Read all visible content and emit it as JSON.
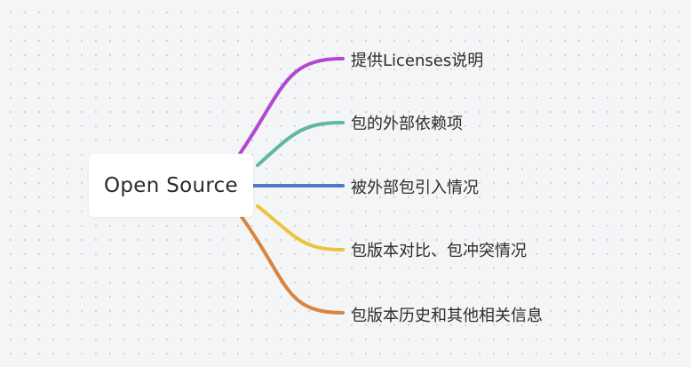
{
  "mindmap": {
    "root": {
      "label": "Open Source"
    },
    "branches": [
      {
        "label": "提供Licenses说明",
        "color": "#b148d2"
      },
      {
        "label": "包的外部依赖项",
        "color": "#5fb8a2"
      },
      {
        "label": "被外部包引入情况",
        "color": "#4e79c4"
      },
      {
        "label": "包版本对比、包冲突情况",
        "color": "#ecc33c"
      },
      {
        "label": "包版本历史和其他相关信息",
        "color": "#d9843f"
      }
    ]
  }
}
